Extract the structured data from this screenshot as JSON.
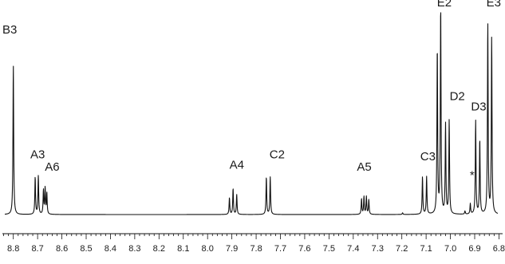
{
  "chart_data": {
    "type": "line",
    "title": "",
    "xlabel": "",
    "ylabel": "",
    "xlim": [
      8.845,
      6.785
    ],
    "x_reversed": true,
    "x_tick_labels": [
      "8.8",
      "8.7",
      "8.6",
      "8.5",
      "8.4",
      "8.3",
      "8.2",
      "8.1",
      "8.0",
      "7.9",
      "7.8",
      "7.7",
      "7.6",
      "7.5",
      "7.4",
      "7.3",
      "7.2",
      "7.1",
      "7.0",
      "6.9",
      "6.8"
    ],
    "minor_tick_step": 0.02,
    "ylim": [
      0,
      1.0
    ],
    "baseline": 0.02,
    "peaks": [
      {
        "ppm": 8.8,
        "height": 0.72
      },
      {
        "ppm": 8.71,
        "height": 0.18
      },
      {
        "ppm": 8.697,
        "height": 0.185
      },
      {
        "ppm": 8.676,
        "height": 0.115
      },
      {
        "ppm": 8.669,
        "height": 0.125
      },
      {
        "ppm": 8.662,
        "height": 0.1
      },
      {
        "ppm": 7.91,
        "height": 0.08
      },
      {
        "ppm": 7.895,
        "height": 0.125
      },
      {
        "ppm": 7.88,
        "height": 0.095
      },
      {
        "ppm": 7.758,
        "height": 0.18
      },
      {
        "ppm": 7.742,
        "height": 0.18
      },
      {
        "ppm": 7.366,
        "height": 0.075
      },
      {
        "ppm": 7.356,
        "height": 0.085
      },
      {
        "ppm": 7.346,
        "height": 0.085
      },
      {
        "ppm": 7.336,
        "height": 0.07
      },
      {
        "ppm": 7.197,
        "height": 0.008
      },
      {
        "ppm": 7.115,
        "height": 0.18
      },
      {
        "ppm": 7.098,
        "height": 0.18
      },
      {
        "ppm": 7.054,
        "height": 0.8
      },
      {
        "ppm": 7.04,
        "height": 1.0
      },
      {
        "ppm": 7.02,
        "height": 0.43
      },
      {
        "ppm": 7.005,
        "height": 0.45
      },
      {
        "ppm": 6.94,
        "height": 0.015
      },
      {
        "ppm": 6.918,
        "height": 0.05
      },
      {
        "ppm": 6.896,
        "height": 0.45
      },
      {
        "ppm": 6.879,
        "height": 0.36
      },
      {
        "ppm": 6.846,
        "height": 0.92
      },
      {
        "ppm": 6.83,
        "height": 0.85
      }
    ],
    "annotations": [
      {
        "text": "B3",
        "ppm": 8.845,
        "y": 0.87
      },
      {
        "text": "A3",
        "ppm": 8.73,
        "y": 0.27
      },
      {
        "text": "A6",
        "ppm": 8.67,
        "y": 0.21
      },
      {
        "text": "A4",
        "ppm": 7.91,
        "y": 0.22
      },
      {
        "text": "C2",
        "ppm": 7.745,
        "y": 0.27
      },
      {
        "text": "A5",
        "ppm": 7.385,
        "y": 0.21
      },
      {
        "text": "C3",
        "ppm": 7.124,
        "y": 0.26
      },
      {
        "text": "E2",
        "ppm": 7.055,
        "y": 1.0
      },
      {
        "text": "D2",
        "ppm": 7.003,
        "y": 0.55
      },
      {
        "text": "*",
        "ppm": 6.92,
        "y": 0.17
      },
      {
        "text": "D3",
        "ppm": 6.915,
        "y": 0.5
      },
      {
        "text": "E3",
        "ppm": 6.852,
        "y": 1.0
      }
    ]
  }
}
